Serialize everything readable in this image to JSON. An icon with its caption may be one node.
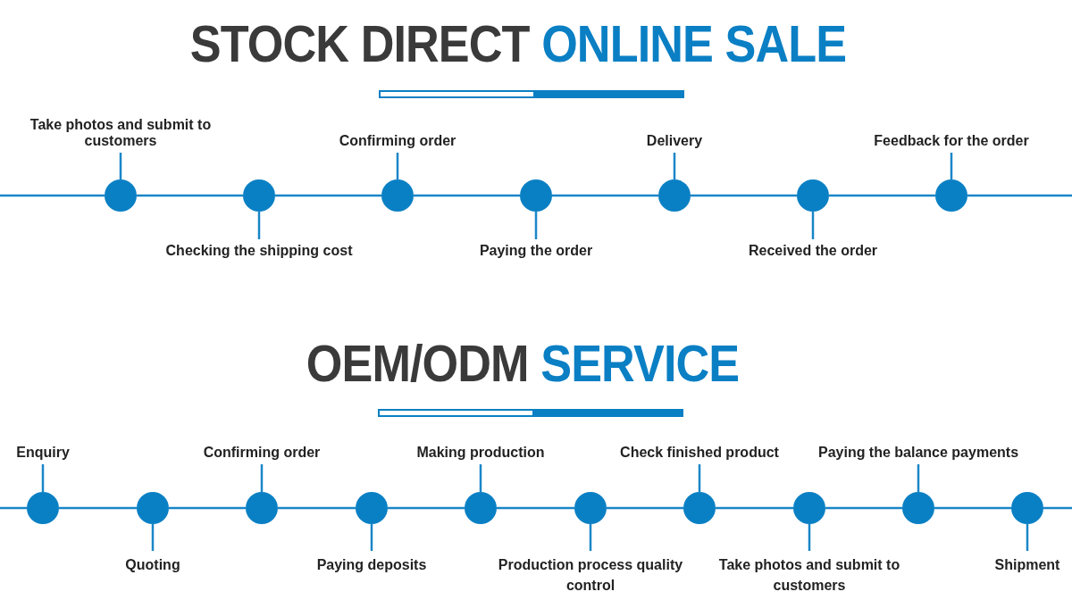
{
  "diagram": {
    "nodes": [
      {
        "text": [
          "Take photos and submit to customers"
        ]
      },
      {
        "text": [],
        "shape": "circle"
      },
      {
        "text": [
          "Checking the shipping cost"
        ]
      },
      {
        "text": [],
        "shape": "circle"
      },
      {
        "text": [
          "Confirming order"
        ]
      },
      {
        "text": [],
        "shape": "circle"
      },
      {
        "text": [
          "Paying the order"
        ]
      },
      {
        "text": [],
        "shape": "circle"
      },
      {
        "text": [
          "Delivery"
        ]
      },
      {
        "text": [],
        "shape": "circle"
      },
      {
        "text": [
          "Received the order"
        ]
      },
      {
        "text": [],
        "shape": "circle"
      },
      {
        "text": [
          "Feedback for the order"
        ]
      },
      {
        "text": [],
        "shape": "circle"
      },
      {
        "text": [
          "Enquiry"
        ]
      },
      {
        "text": [],
        "shape": "circle"
      },
      {
        "text": [
          "Quoting"
        ]
      },
      {
        "text": [],
        "shape": "circle"
      },
      {
        "text": [
          "Confirming order"
        ]
      },
      {
        "text": [],
        "shape": "circle"
      },
      {
        "text": [
          "Paying deposits"
        ]
      },
      {
        "text": [],
        "shape": "circle"
      },
      {
        "text": [
          "Making production"
        ]
      },
      {
        "text": [],
        "shape": "circle"
      },
      {
        "text": [
          "Production process quality control"
        ]
      },
      {
        "text": [],
        "shape": "circle"
      },
      {
        "text": [
          "Check finished product"
        ]
      },
      {
        "text": [],
        "shape": "circle"
      },
      {
        "text": [
          "Take photos and submit to customers"
        ]
      },
      {
        "text": [],
        "shape": "circle"
      },
      {
        "text": [
          "Paying the balance payments"
        ]
      },
      {
        "text": [],
        "shape": "circle"
      },
      {
        "text": [
          "Shipment"
        ]
      },
      {
        "text": [],
        "shape": "circle"
      }
    ],
    "edges": [
      {
        "from": null,
        "to": 1,
        "arrow": "none"
      },
      {
        "from": 0,
        "to": 1,
        "arrow": "none"
      },
      {
        "from": 1,
        "to": 3,
        "arrow": "none"
      },
      {
        "from": 2,
        "to": 3,
        "arrow": "none"
      },
      {
        "from": 3,
        "to": 5,
        "arrow": "none"
      },
      {
        "from": 4,
        "to": 5,
        "arrow": "none"
      },
      {
        "from": 5,
        "to": 7,
        "arrow": "none"
      },
      {
        "from": 6,
        "to": 7,
        "arrow": "none"
      },
      {
        "from": 7,
        "to": 9,
        "arrow": "none"
      },
      {
        "from": 8,
        "to": 9,
        "arrow": "none"
      },
      {
        "from": 9,
        "to": 11,
        "arrow": "none"
      },
      {
        "from": 10,
        "to": 11,
        "arrow": "none"
      },
      {
        "from": 11,
        "to": 13,
        "arrow": "none"
      },
      {
        "from": 12,
        "to": 13,
        "arrow": "none"
      },
      {
        "from": 13,
        "to": null,
        "arrow": "none"
      },
      {
        "from": null,
        "to": 15,
        "arrow": "none"
      },
      {
        "from": 14,
        "to": 15,
        "arrow": "none"
      },
      {
        "from": 15,
        "to": 17,
        "arrow": "none"
      },
      {
        "from": 16,
        "to": 17,
        "arrow": "none"
      },
      {
        "from": 17,
        "to": 19,
        "arrow": "none"
      },
      {
        "from": 18,
        "to": 19,
        "arrow": "none"
      },
      {
        "from": 19,
        "to": 21,
        "arrow": "none"
      },
      {
        "from": 20,
        "to": 21,
        "arrow": "none"
      },
      {
        "from": 21,
        "to": 23,
        "arrow": "none"
      },
      {
        "from": 22,
        "to": 23,
        "arrow": "none"
      },
      {
        "from": 23,
        "to": 25,
        "arrow": "none"
      },
      {
        "from": 24,
        "to": 25,
        "arrow": "none"
      },
      {
        "from": 25,
        "to": 27,
        "arrow": "none"
      },
      {
        "from": 26,
        "to": 27,
        "arrow": "none"
      },
      {
        "from": 27,
        "to": 29,
        "arrow": "none"
      },
      {
        "from": 28,
        "to": 29,
        "arrow": "none"
      },
      {
        "from": 29,
        "to": 31,
        "arrow": "none"
      },
      {
        "from": 30,
        "to": 31,
        "arrow": "none"
      },
      {
        "from": 31,
        "to": 33,
        "arrow": "none"
      },
      {
        "from": 32,
        "to": 33,
        "arrow": "none"
      },
      {
        "from": 33,
        "to": null,
        "arrow": "none"
      }
    ],
    "labels": [
      "STOCK DIRECT **ONLINE SALE**",
      "OEM/ODM **SERVICE**"
    ]
  }
}
